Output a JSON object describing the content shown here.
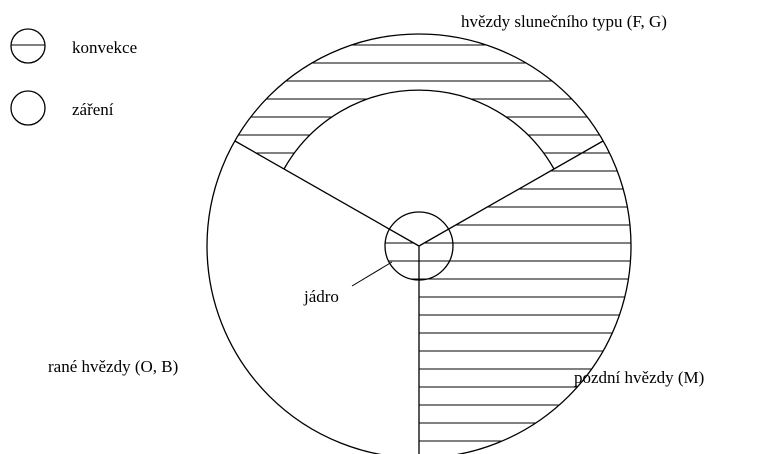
{
  "legend": {
    "convection_label": "konvekce",
    "radiation_label": "záření"
  },
  "sectors": {
    "top_label": "hvězdy slunečního typu (F, G)",
    "left_label": "rané hvězdy (O, B)",
    "right_label": "pozdní hvězdy (M)"
  },
  "core": {
    "label": "jádro"
  },
  "colors": {
    "ink": "#000000",
    "background": "#ffffff"
  }
}
